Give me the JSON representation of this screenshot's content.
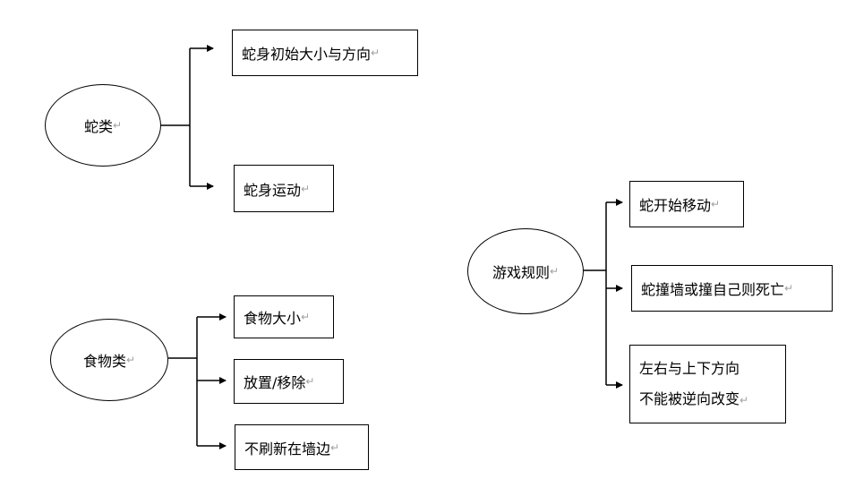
{
  "return_mark": "↵",
  "groups": {
    "snake": {
      "label": "蛇类",
      "items": [
        "蛇身初始大小与方向",
        "蛇身运动"
      ]
    },
    "food": {
      "label": "食物类",
      "items": [
        "食物大小",
        "放置/移除",
        "不刷新在墙边"
      ]
    },
    "rules": {
      "label": "游戏规则",
      "items": [
        "蛇开始移动",
        "蛇撞墙或撞自己则死亡"
      ],
      "multi_item": {
        "line1": "左右与上下方向",
        "line2": "不能被逆向改变"
      }
    }
  }
}
